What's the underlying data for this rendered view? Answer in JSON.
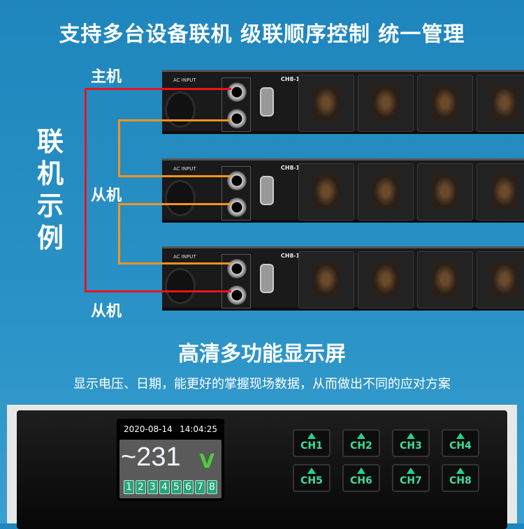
{
  "title": "支持多台设备联机 级联顺序控制 统一管理",
  "diagram": {
    "vertical_label": "联机示例",
    "master_label": "主机",
    "slave_label_1": "从机",
    "slave_label_2": "从机",
    "panel_input_label": "AC INPUT",
    "panel_ch_label": "CH8-1",
    "colors": {
      "master_line": "#e8141c",
      "cascade_line": "#f7931e"
    }
  },
  "display": {
    "heading": "高清多功能显示屏",
    "description": "显示电压、日期，能更好的掌握现场数据，从而做出不同的应对方案",
    "date": "2020-08-14",
    "time": "14:04:25",
    "voltage": "~231",
    "unit": "V",
    "channels": [
      "1",
      "2",
      "3",
      "4",
      "5",
      "6",
      "7",
      "8"
    ],
    "buttons": [
      "CH1",
      "CH2",
      "CH3",
      "CH4",
      "CH5",
      "CH6",
      "CH7",
      "CH8"
    ]
  }
}
